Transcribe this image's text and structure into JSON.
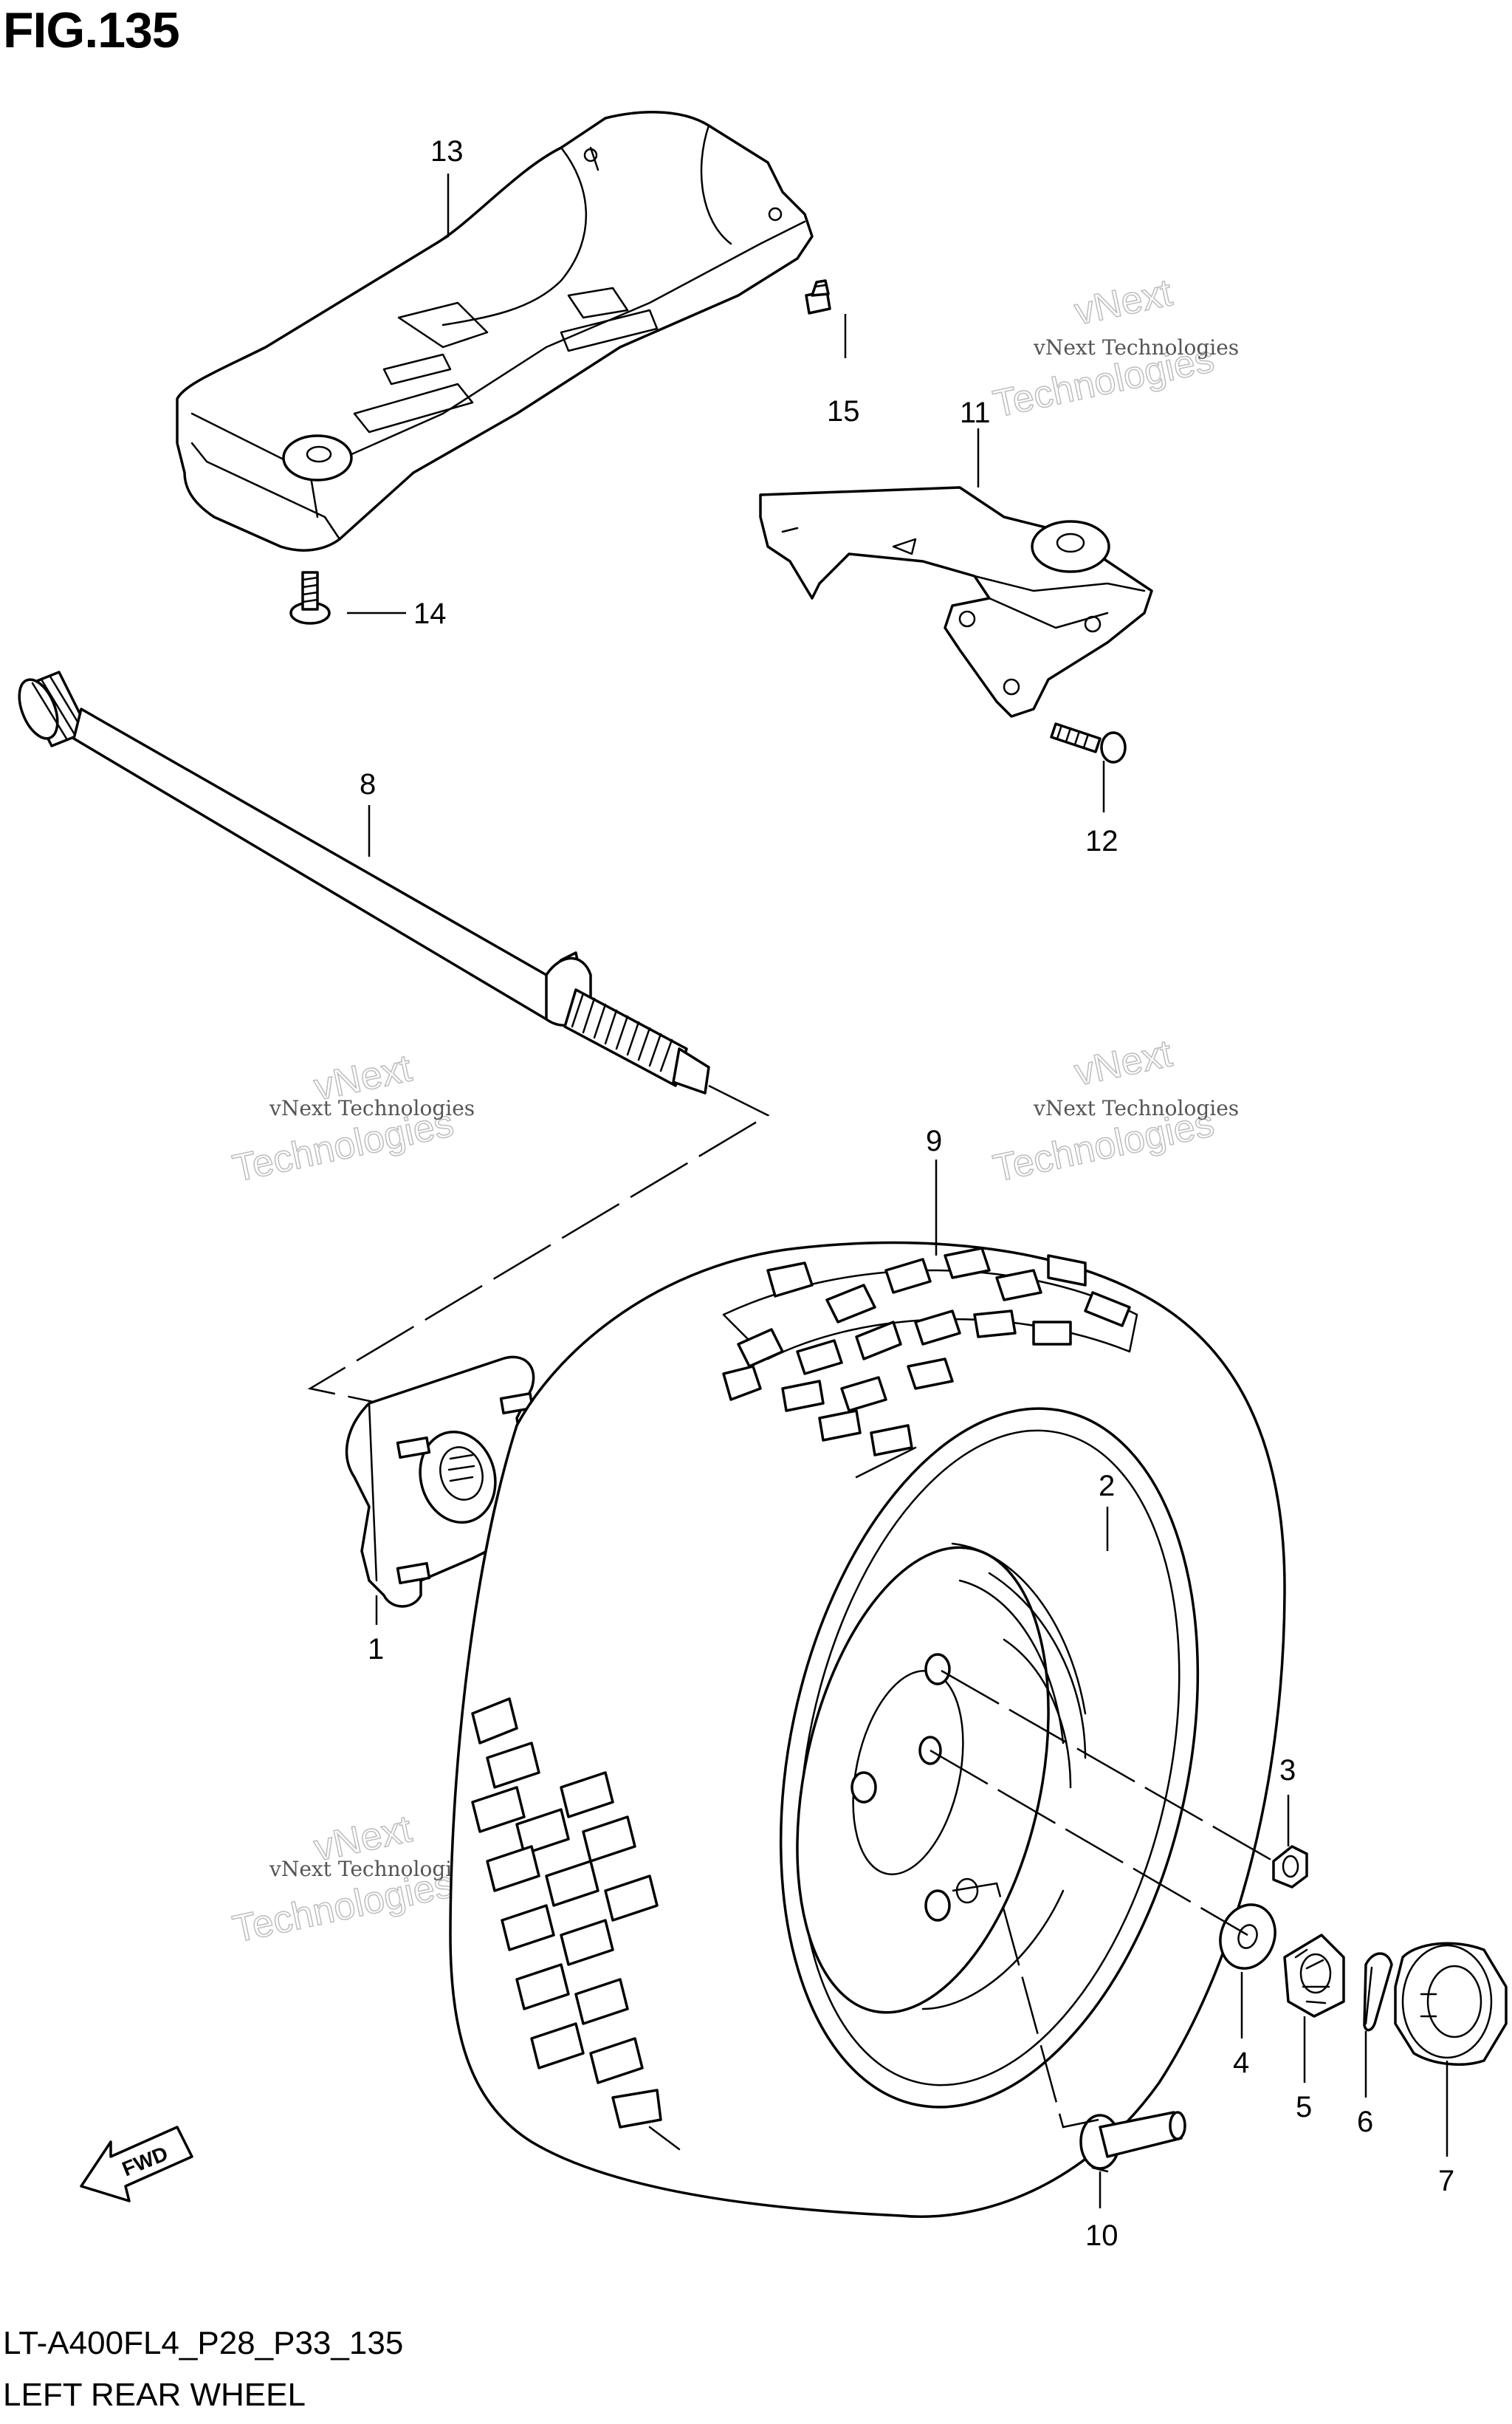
{
  "figure": {
    "title": "FIG.135",
    "code": "LT-A400FL4_P28_P33_135",
    "name": "LEFT REAR WHEEL"
  },
  "watermark": {
    "line1": "vNext Technologies",
    "line2": "vNext",
    "line3": "Technologies"
  },
  "callouts": {
    "c1": "1",
    "c2": "2",
    "c3": "3",
    "c4": "4",
    "c5": "5",
    "c6": "6",
    "c7": "7",
    "c8": "8",
    "c9": "9",
    "c10": "10",
    "c11": "11",
    "c12": "12",
    "c13": "13",
    "c14": "14",
    "c15": "15"
  },
  "fwd_label": "FWD"
}
